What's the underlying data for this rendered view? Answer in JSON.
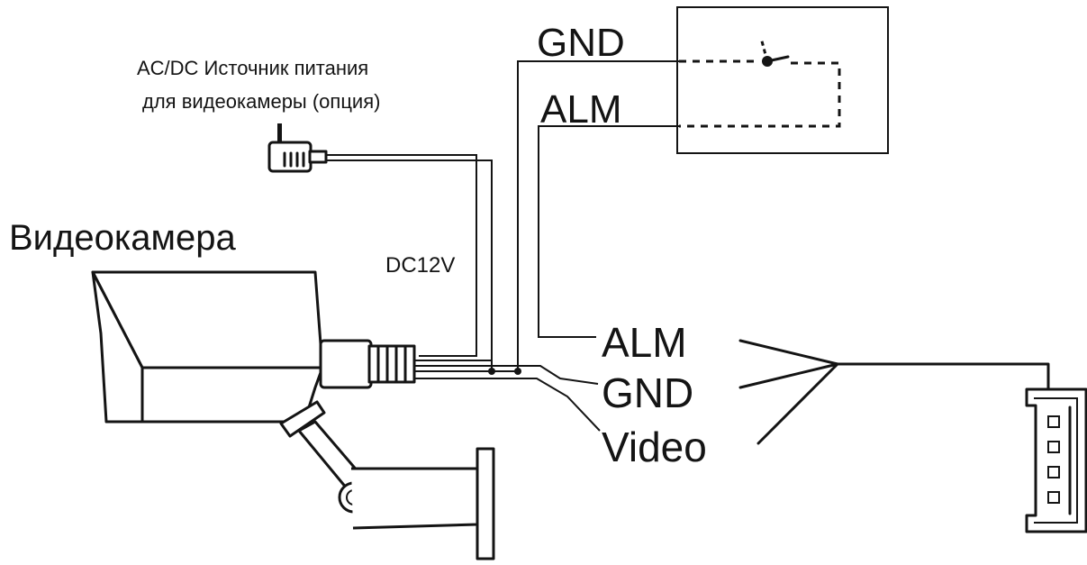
{
  "labels": {
    "power_supply_line1": "AC/DC  Источник питания",
    "power_supply_line2": "для видеокамеры (опция)",
    "camera": "Видеокамера",
    "dc12v": "DC12V",
    "sensor_gnd": "GND",
    "sensor_alm": "ALM",
    "cable_alm": "ALM",
    "cable_gnd": "GND",
    "cable_video": "Video"
  },
  "colors": {
    "ink": "#141414",
    "background": "#ffffff"
  },
  "icons": [
    "power-adapter-icon",
    "camera-icon",
    "switch-icon",
    "connector-icon"
  ]
}
